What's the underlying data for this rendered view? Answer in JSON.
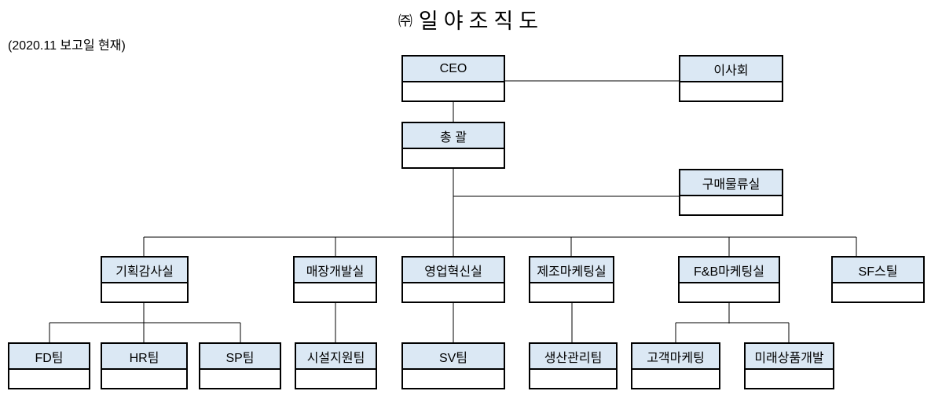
{
  "title_prefix": "㈜",
  "title_text": "일야조직도",
  "subtitle": "(2020.11 보고일 현재)",
  "colors": {
    "background": "#ffffff",
    "node_header_fill": "#dbe8f4",
    "node_border": "#000000",
    "connector_line": "#000000",
    "text": "#000000"
  },
  "nodes": {
    "ceo": {
      "label": "CEO"
    },
    "board": {
      "label": "이사회"
    },
    "general": {
      "label": "총 괄"
    },
    "purchasing": {
      "label": "구매물류실"
    },
    "planning_audit": {
      "label": "기획감사실"
    },
    "store_dev": {
      "label": "매장개발실"
    },
    "sales_innovation": {
      "label": "영업혁신실"
    },
    "mfg_marketing": {
      "label": "제조마케팅실"
    },
    "fnb_marketing": {
      "label": "F&B마케팅실"
    },
    "sf_steel": {
      "label": "SF스틸"
    },
    "fd_team": {
      "label": "FD팀"
    },
    "hr_team": {
      "label": "HR팀"
    },
    "sp_team": {
      "label": "SP팀"
    },
    "facility_team": {
      "label": "시설지원팀"
    },
    "sv_team": {
      "label": "SV팀"
    },
    "production_team": {
      "label": "생산관리팀"
    },
    "customer_marketing": {
      "label": "고객마케팅"
    },
    "future_product": {
      "label": "미래상품개발"
    }
  },
  "edges": [
    {
      "from": "ceo",
      "to": "board"
    },
    {
      "from": "ceo",
      "to": "general"
    },
    {
      "from": "general",
      "to": "purchasing"
    },
    {
      "from": "general",
      "to": "planning_audit"
    },
    {
      "from": "general",
      "to": "store_dev"
    },
    {
      "from": "general",
      "to": "sales_innovation"
    },
    {
      "from": "general",
      "to": "mfg_marketing"
    },
    {
      "from": "general",
      "to": "fnb_marketing"
    },
    {
      "from": "general",
      "to": "sf_steel"
    },
    {
      "from": "planning_audit",
      "to": "fd_team"
    },
    {
      "from": "planning_audit",
      "to": "hr_team"
    },
    {
      "from": "planning_audit",
      "to": "sp_team"
    },
    {
      "from": "store_dev",
      "to": "facility_team"
    },
    {
      "from": "sales_innovation",
      "to": "sv_team"
    },
    {
      "from": "mfg_marketing",
      "to": "production_team"
    },
    {
      "from": "fnb_marketing",
      "to": "customer_marketing"
    },
    {
      "from": "fnb_marketing",
      "to": "future_product"
    }
  ]
}
